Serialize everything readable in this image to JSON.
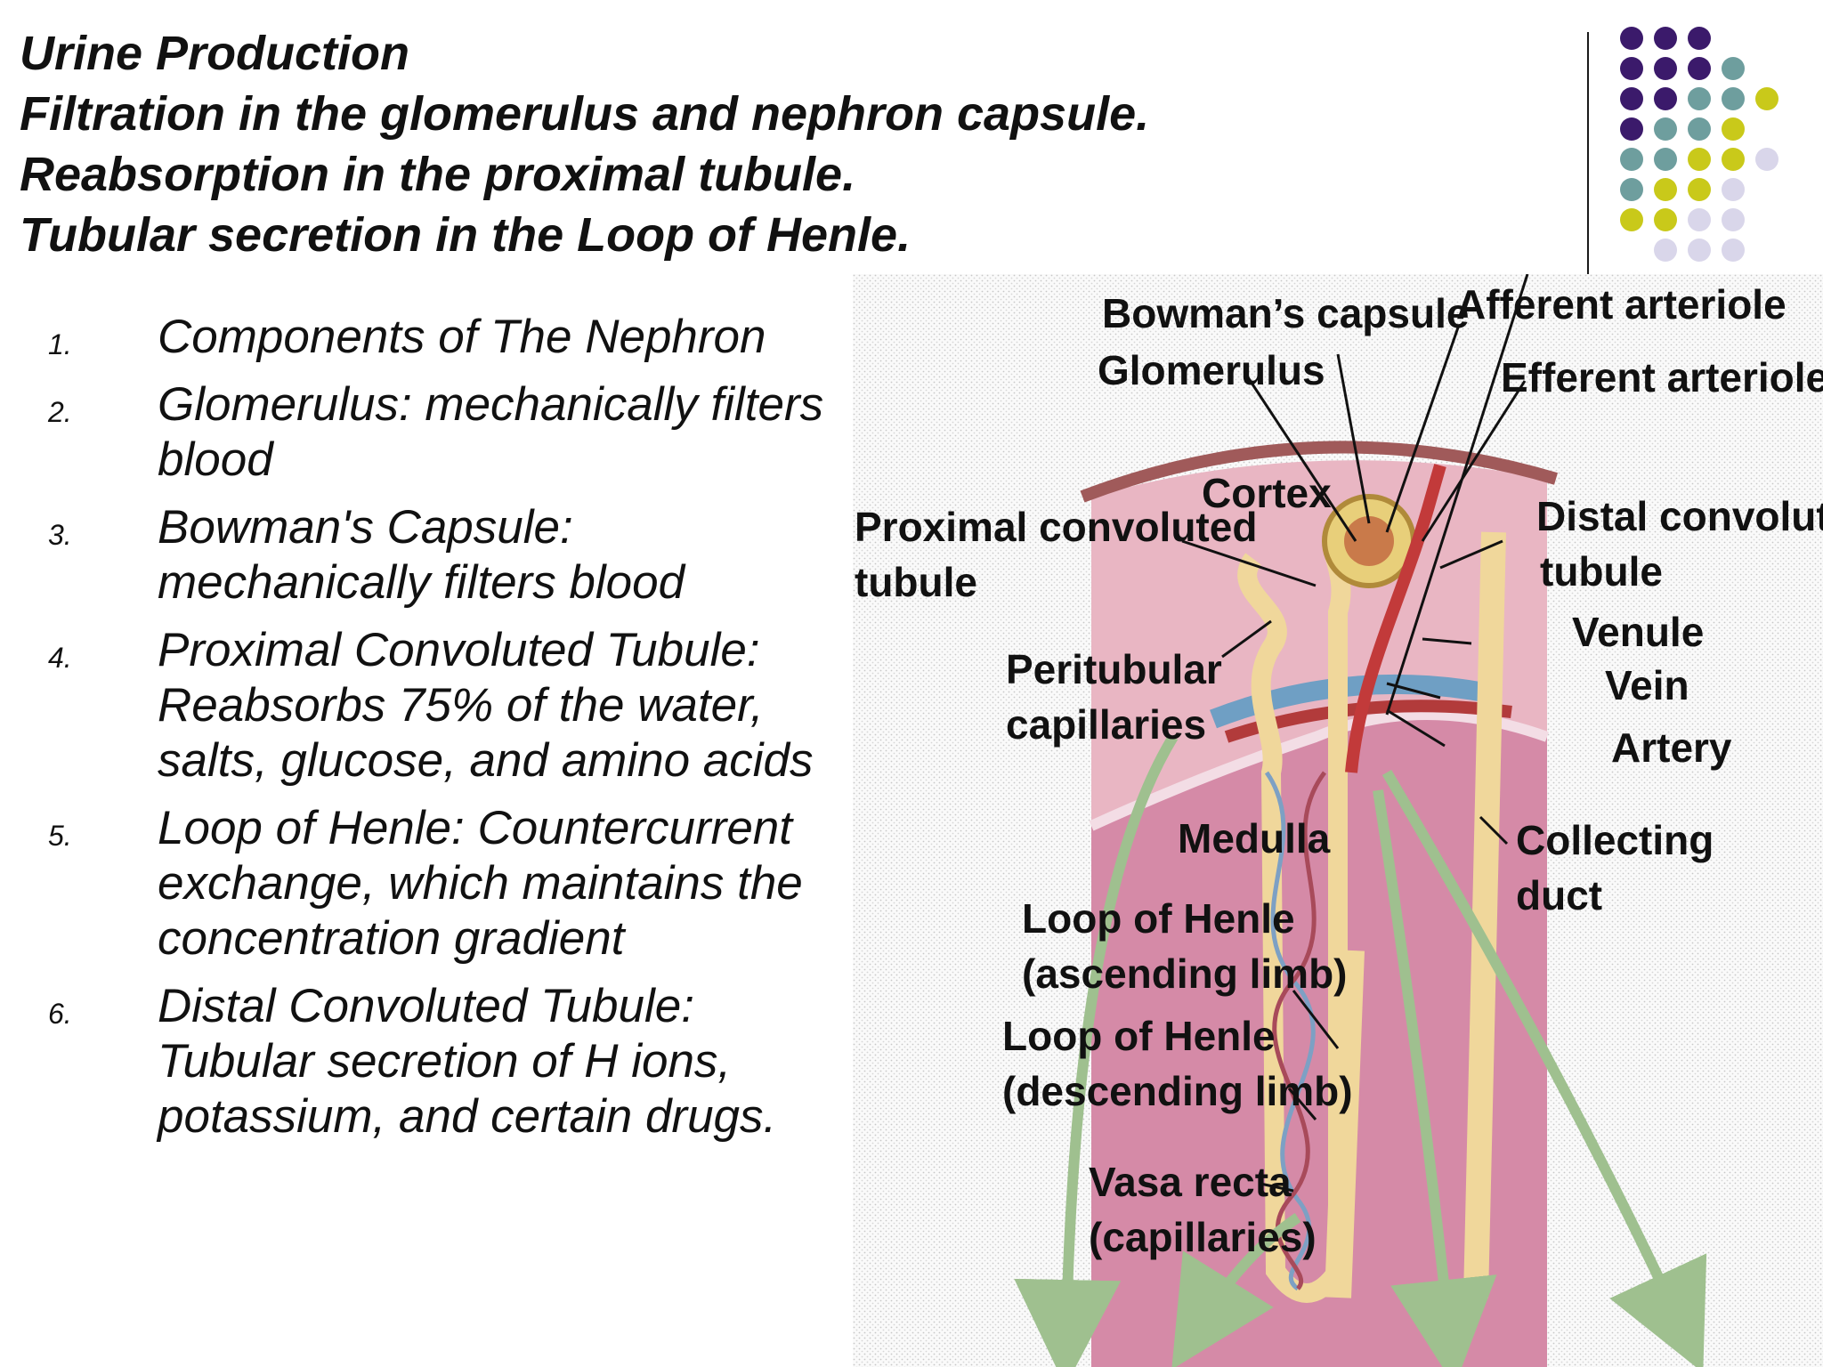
{
  "title": {
    "lines": [
      "Urine Production",
      "Filtration in the glomerulus and nephron capsule.",
      "Reabsorption in the proximal tubule.",
      "Tubular secretion in the Loop of Henle."
    ]
  },
  "list": {
    "items": [
      {
        "num": "1.",
        "text": "Components of The Nephron"
      },
      {
        "num": "2.",
        "text": "Glomerulus: mechanically filters blood"
      },
      {
        "num": "3.",
        "text": "Bowman's Capsule: mechanically filters blood"
      },
      {
        "num": "4.",
        "text": "Proximal Convoluted Tubule: Reabsorbs 75% of the water, salts, glucose, and amino acids"
      },
      {
        "num": "5.",
        "text": "Loop of Henle: Countercurrent exchange, which maintains the concentration gradient"
      },
      {
        "num": "6.",
        "text": "Distal Convoluted Tubule: Tubular secretion of H ions, potassium, and certain drugs."
      }
    ]
  },
  "diagram": {
    "labels": {
      "bowmans_capsule": "Bowman’s capsule",
      "afferent_arteriole": "Afferent arteriole",
      "glomerulus": "Glomerulus",
      "efferent_arteriole": "Efferent arteriole",
      "cortex": "Cortex",
      "proximal_1": "Proximal convoluted",
      "proximal_2": "tubule",
      "distal_1": "Distal convoluted",
      "distal_2": "tubule",
      "venule": "Venule",
      "vein": "Vein",
      "artery": "Artery",
      "peritubular_1": "Peritubular",
      "peritubular_2": "capillaries",
      "medulla": "Medulla",
      "collecting_1": "Collecting",
      "collecting_2": "duct",
      "asc_1": "Loop of Henle",
      "asc_2": "(ascending limb)",
      "desc_1": "Loop of Henle",
      "desc_2": "(descending limb)",
      "vasa_1": "Vasa recta",
      "vasa_2": "(capillaries)"
    }
  },
  "colors": {
    "purple": "#3b1a6b",
    "teal": "#6e9e9e",
    "lime": "#c9c91a",
    "lavender": "#d9d6ea"
  }
}
